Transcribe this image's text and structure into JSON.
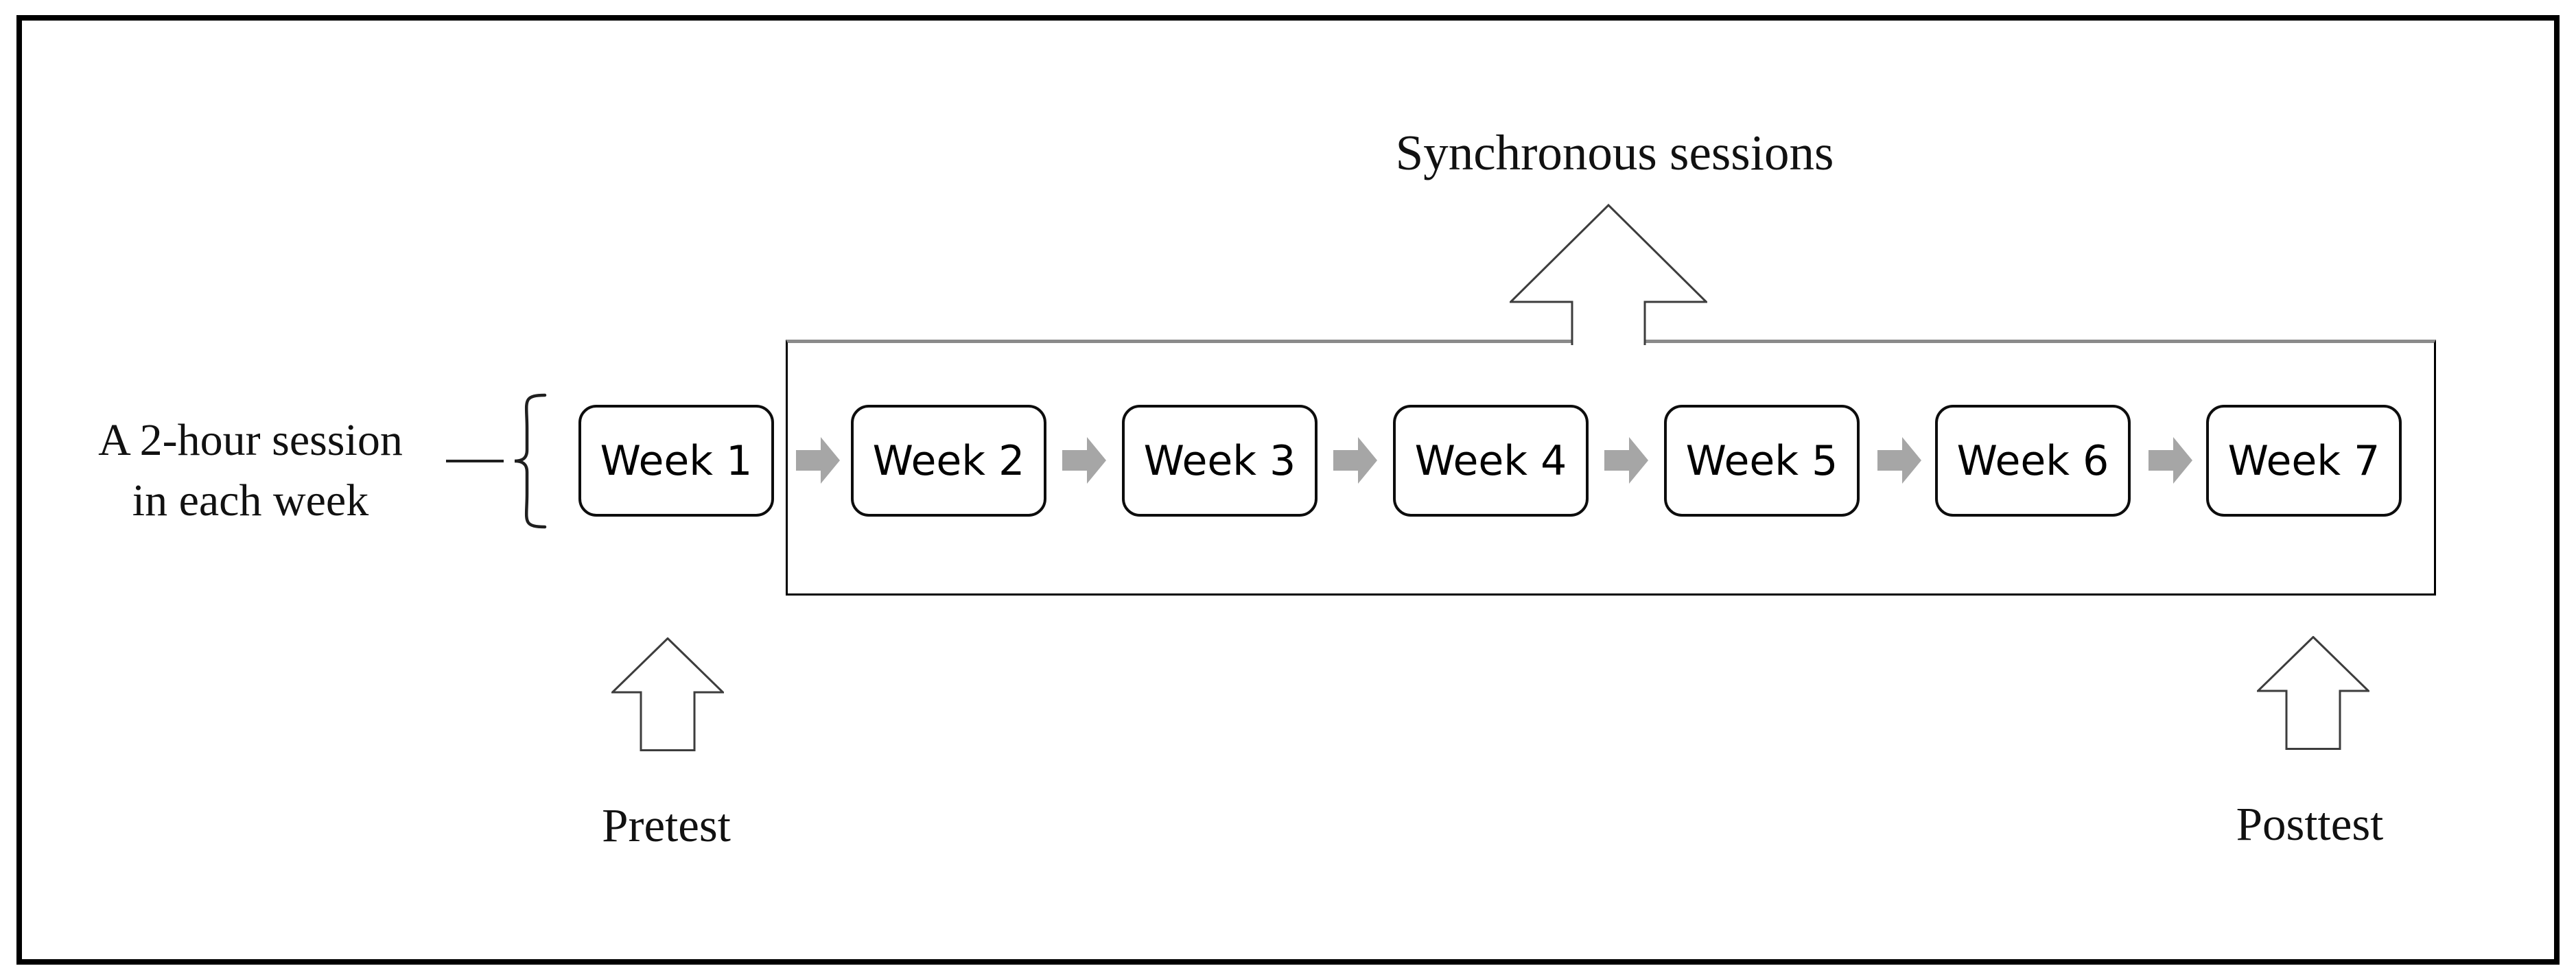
{
  "figure": {
    "synchronous_label": "Synchronous sessions",
    "session_note": {
      "line1": "A 2-hour session",
      "line2": "in each week"
    },
    "pretest_label": "Pretest",
    "posttest_label": "Posttest",
    "weeks": [
      "Week 1",
      "Week 2",
      "Week 3",
      "Week 4",
      "Week 5",
      "Week 6",
      "Week 7"
    ]
  },
  "colors": {
    "background": "#ffffff",
    "text": "#111111",
    "box_border": "#0d0d0d",
    "outer_border": "#000000",
    "rect_top_gray": "#8a8a8a",
    "flow_arrow_fill": "#a6a6a6",
    "outline_arrow_stroke": "#3d3d3d",
    "brace_stroke": "#1f1f1f"
  }
}
